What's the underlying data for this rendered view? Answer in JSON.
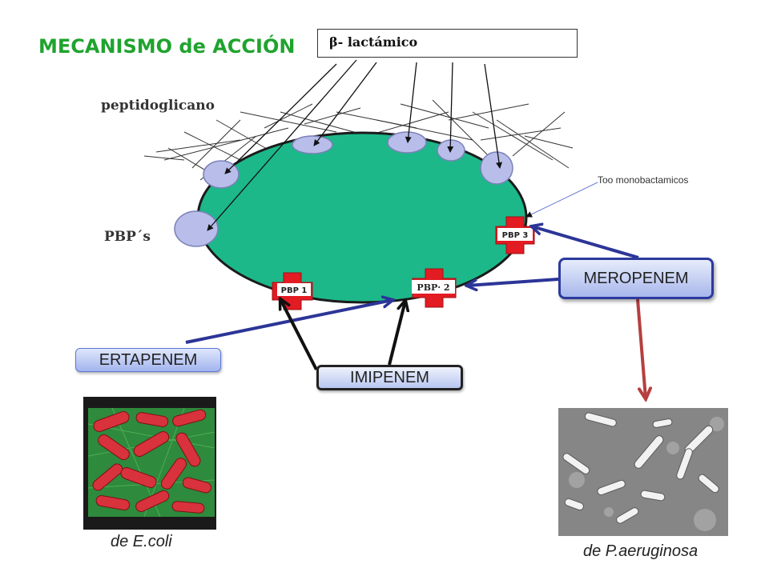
{
  "title": "MECANISMO de ACCIÓN",
  "beta_box": "β-  lactámico",
  "labels": {
    "peptidoglicano": "peptidoglicano",
    "pbps": "PBP´s",
    "pbp1": "PBP 1",
    "pbp2": "PBP· 2",
    "pbp3": "PBP 3",
    "note": "Too monobactamicos"
  },
  "drugs": {
    "meropenem": "MEROPENEM",
    "ertapenem": "ERTAPENEM",
    "imipenem": "IMIPENEM"
  },
  "captions": {
    "ecoli": "de E.coli",
    "paeruginosa": "de P.aeruginosa"
  },
  "colors": {
    "cell": "#1db889",
    "title": "#1fa32e",
    "pbp_cross": "#e31b23",
    "mero_arrow": "#2c3597",
    "mero_down_arrow": "#b5403f"
  }
}
